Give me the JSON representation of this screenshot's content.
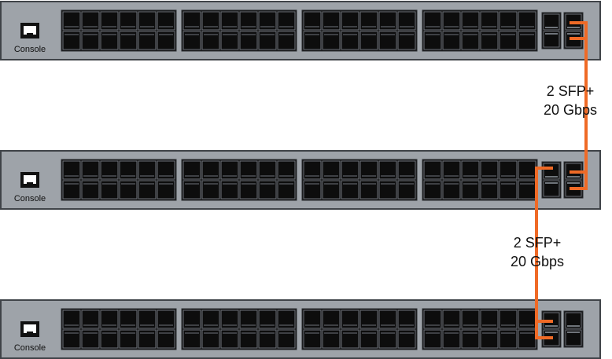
{
  "colors": {
    "chassis": "#9ea3a9",
    "chassis_border": "#3f4348",
    "port": "#0d0d0d",
    "port_border": "#6f747a",
    "cable": "#ef6a26",
    "console_port": "#111111",
    "label": "#111111",
    "background": "#ffffff"
  },
  "icons": {
    "console": "rj45-console-port-icon",
    "rj45": "rj45-port-icon",
    "sfp": "sfp-plus-port-icon"
  },
  "switches": [
    {
      "id": "switch-1",
      "console_label": "Console",
      "port_groups": 4,
      "ports_per_group": 12,
      "sfp_cages": 2,
      "sfp_slots_per_cage": 2
    },
    {
      "id": "switch-2",
      "console_label": "Console",
      "port_groups": 4,
      "ports_per_group": 12,
      "sfp_cages": 2,
      "sfp_slots_per_cage": 2
    },
    {
      "id": "switch-3",
      "console_label": "Console",
      "port_groups": 4,
      "ports_per_group": 12,
      "sfp_cages": 2,
      "sfp_slots_per_cage": 2
    }
  ],
  "links": [
    {
      "from": "switch-1",
      "to": "switch-2",
      "line1": "2 SFP+",
      "line2": "20 Gbps"
    },
    {
      "from": "switch-2",
      "to": "switch-3",
      "line1": "2 SFP+",
      "line2": "20 Gbps"
    }
  ]
}
